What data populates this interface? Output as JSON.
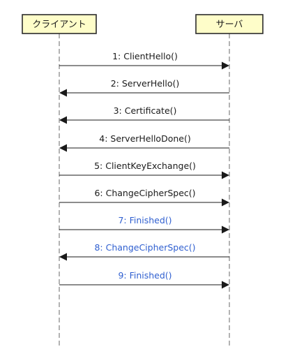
{
  "participants": [
    {
      "id": "client",
      "label": "クライアント"
    },
    {
      "id": "server",
      "label": "サーバ"
    }
  ],
  "messages": [
    {
      "label": "1: ClientHello()",
      "from": "client",
      "to": "server",
      "highlight": false
    },
    {
      "label": "2: ServerHello()",
      "from": "server",
      "to": "client",
      "highlight": false
    },
    {
      "label": "3: Certificate()",
      "from": "server",
      "to": "client",
      "highlight": false
    },
    {
      "label": "4: ServerHelloDone()",
      "from": "server",
      "to": "client",
      "highlight": false
    },
    {
      "label": "5: ClientKeyExchange()",
      "from": "client",
      "to": "server",
      "highlight": false
    },
    {
      "label": "6: ChangeCipherSpec()",
      "from": "client",
      "to": "server",
      "highlight": false
    },
    {
      "label": "7: Finished()",
      "from": "client",
      "to": "server",
      "highlight": true
    },
    {
      "label": "8: ChangeCipherSpec()",
      "from": "server",
      "to": "client",
      "highlight": true
    },
    {
      "label": "9: Finished()",
      "from": "client",
      "to": "server",
      "highlight": true
    }
  ],
  "colors": {
    "box_fill": "#fefdc9",
    "text": "#1a1a1a",
    "highlight_text": "#2f5fd0",
    "lifeline": "#8a8a8a"
  }
}
